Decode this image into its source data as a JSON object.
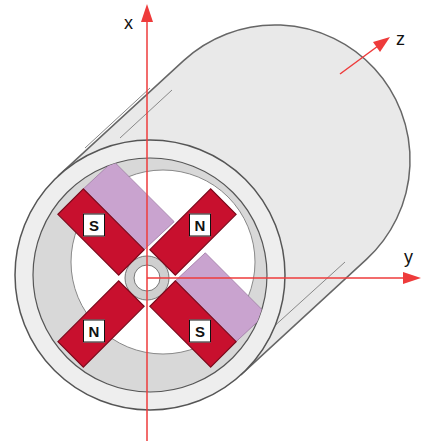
{
  "diagram": {
    "nodes": [
      {
        "text": [
          "S"
        ]
      },
      {
        "text": [
          "N"
        ]
      },
      {
        "text": [
          "N"
        ]
      },
      {
        "text": [
          "S"
        ]
      }
    ],
    "labels": [
      "x",
      "y",
      "z"
    ]
  }
}
